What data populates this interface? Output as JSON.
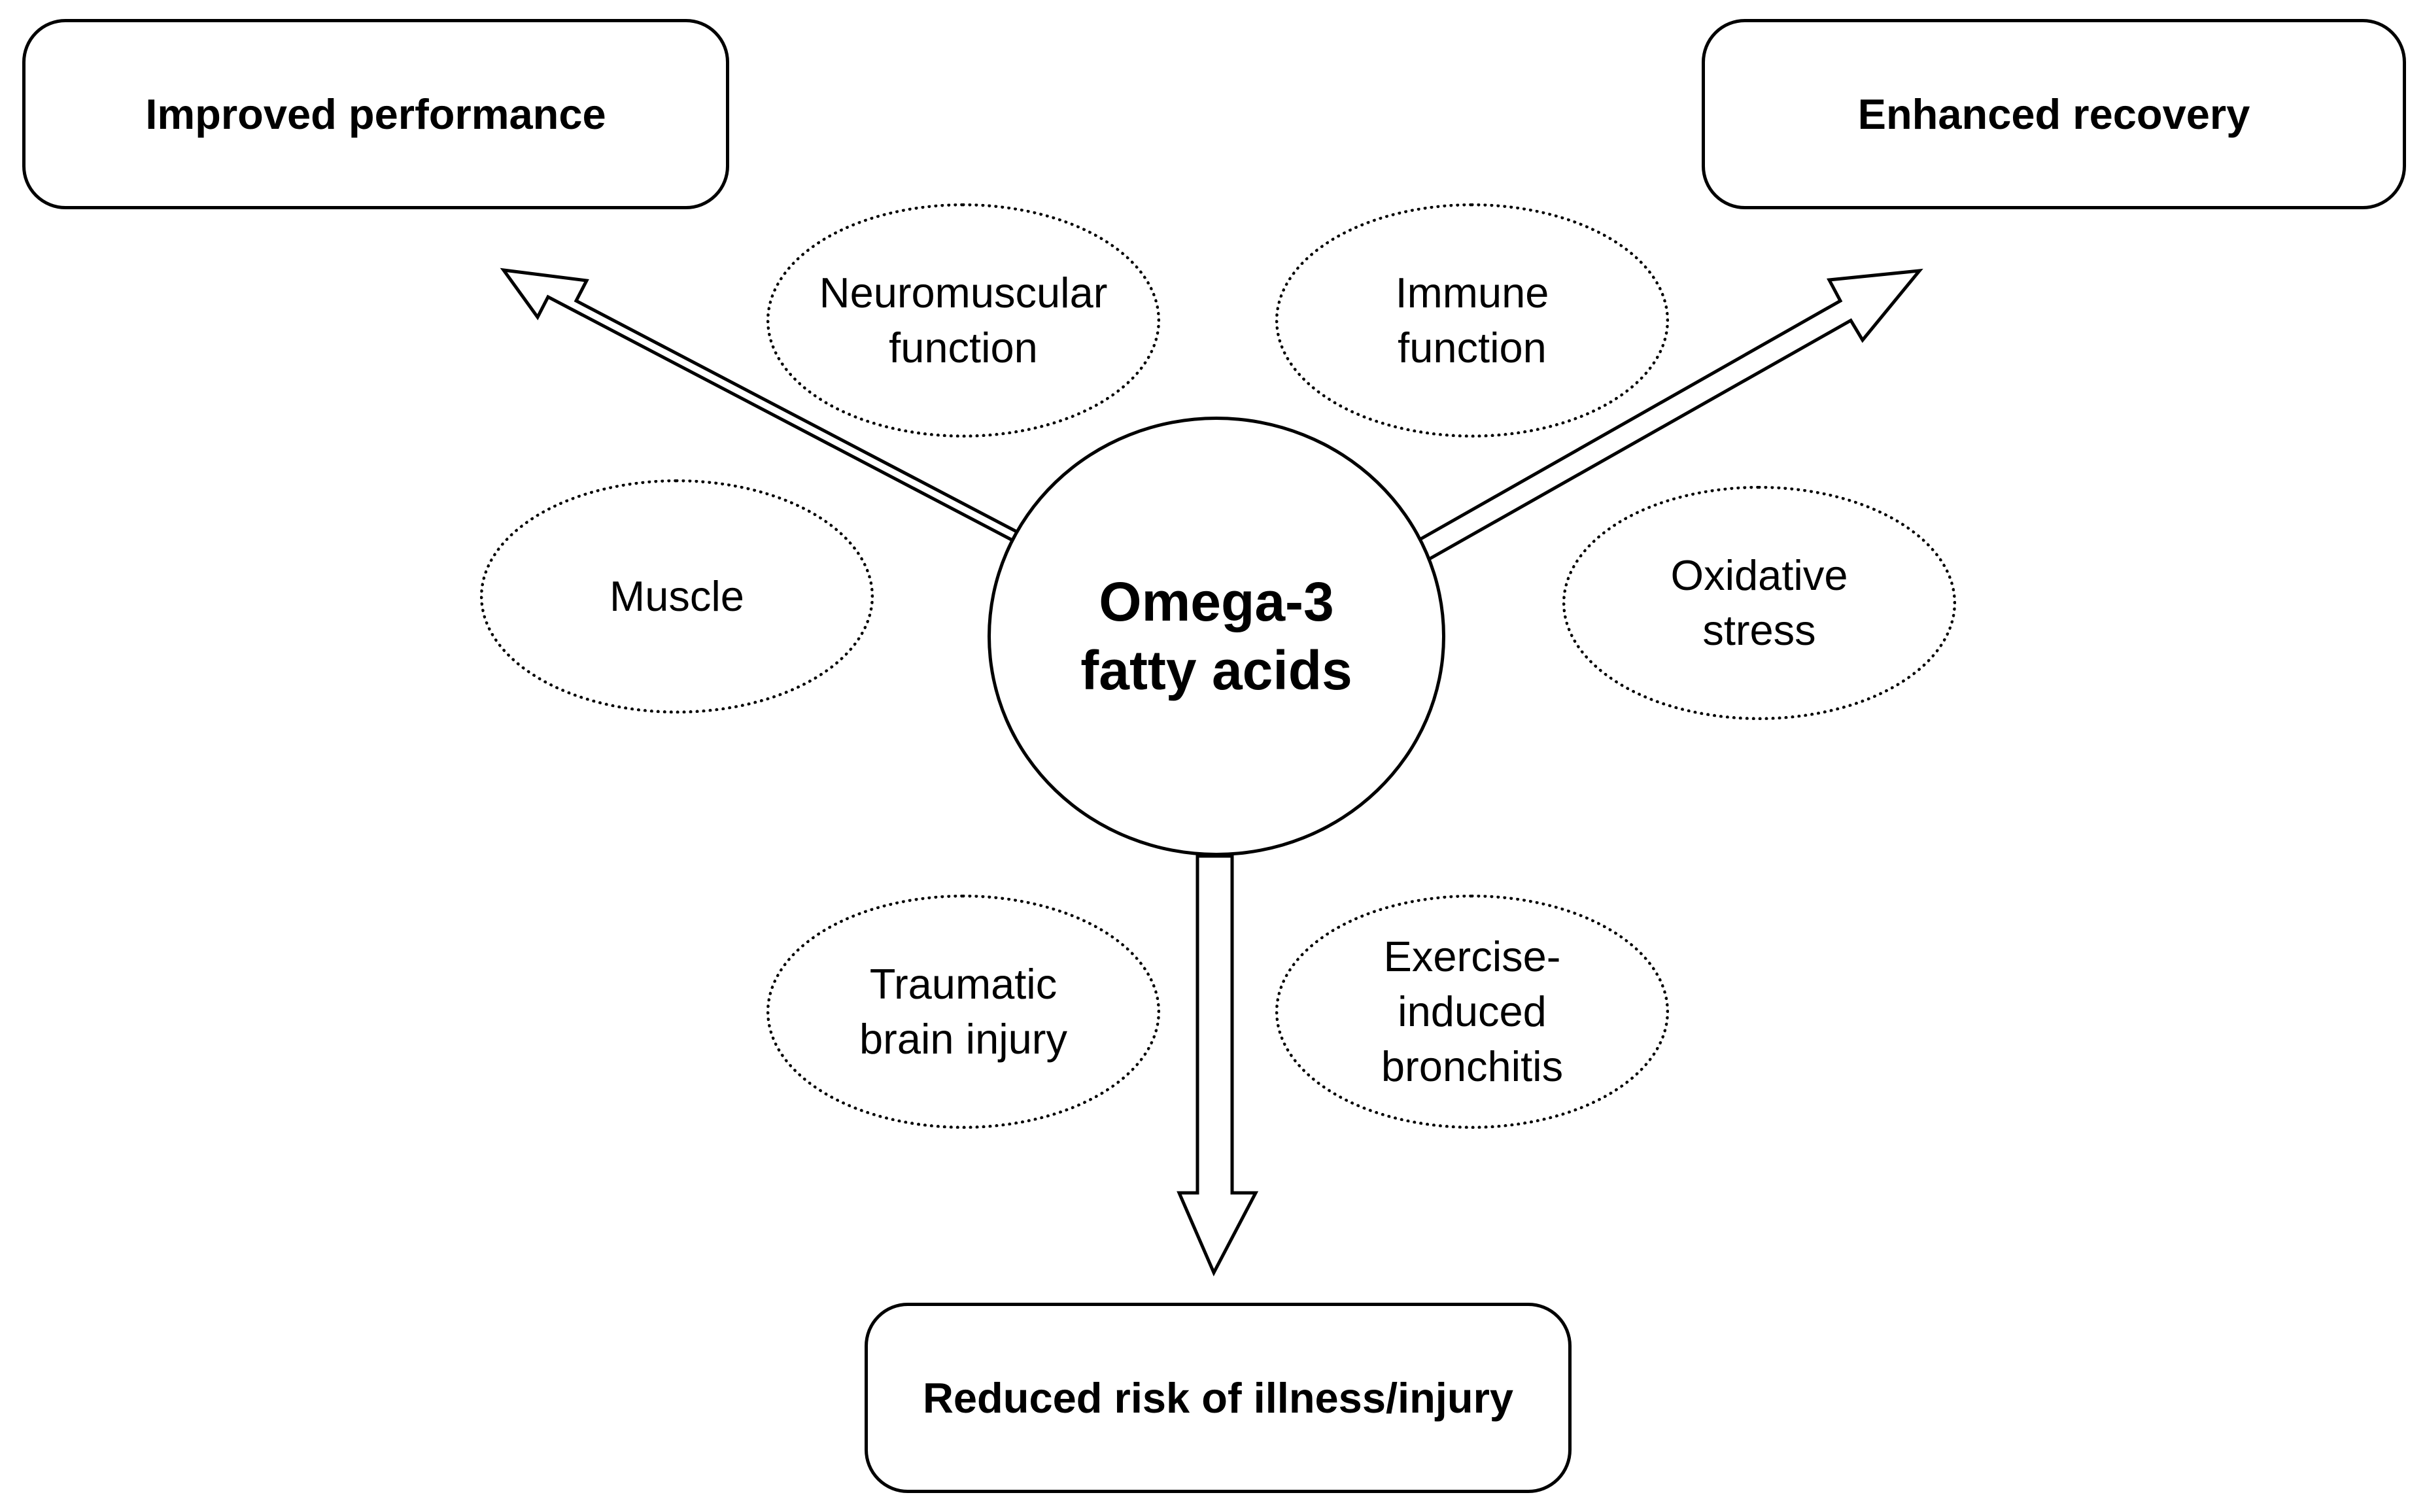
{
  "diagram": {
    "center": {
      "label": "Omega-3\nfatty acids"
    },
    "outcomes": {
      "performance": "Improved performance",
      "recovery": "Enhanced recovery",
      "risk": "Reduced risk of illness/injury"
    },
    "factors": {
      "neuromuscular": "Neuromuscular\nfunction",
      "immune": "Immune\nfunction",
      "muscle": "Muscle",
      "oxidative": "Oxidative\nstress",
      "tbi": "Traumatic\nbrain injury",
      "bronchitis": "Exercise-\ninduced\nbronchitis"
    },
    "colors": {
      "stroke": "#000000",
      "fill": "#ffffff"
    }
  }
}
